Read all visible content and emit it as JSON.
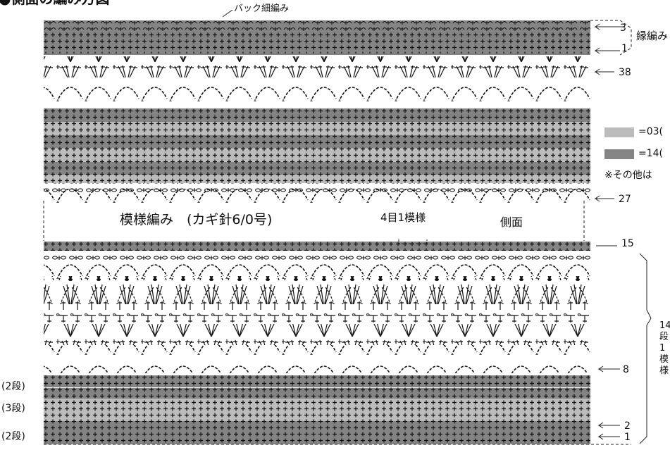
{
  "header": {
    "title": "●側面の編み方図",
    "back_loop_note": "バック細編み"
  },
  "labels": {
    "pattern_stitch": "模様編み　(カギ針6/0号)",
    "repeat": "4目1模様",
    "side": "側面",
    "edging": "縁編み"
  },
  "legend": {
    "light_label": "=03(",
    "dark_label": "=14(",
    "note": "※その他は",
    "light_color": "#bcbcbc",
    "dark_color": "#848484"
  },
  "row_numbers": {
    "r3": "3",
    "r1a": "1",
    "r38": "38",
    "r27": "27",
    "r15": "15",
    "r8": "8",
    "r2": "2",
    "r1b": "1"
  },
  "band_rows": {
    "r2a": "(2段)",
    "r3": "(3段)",
    "r2b": "(2段)"
  },
  "repeat_note": [
    "14",
    "段",
    "1",
    "模",
    "様"
  ]
}
